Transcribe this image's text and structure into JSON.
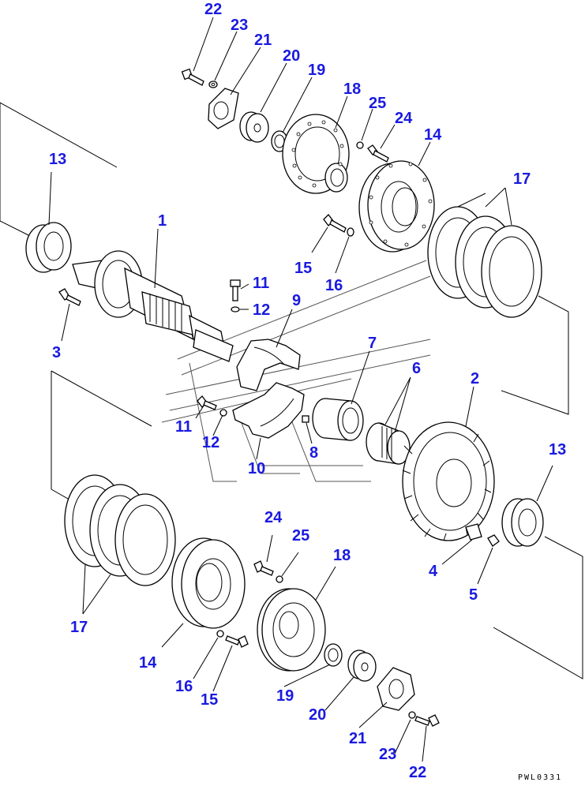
{
  "reference_code": "PWL0331",
  "callouts": {
    "c1": "1",
    "c2": "2",
    "c3": "3",
    "c4": "4",
    "c5": "5",
    "c6": "6",
    "c7": "7",
    "c8": "8",
    "c9": "9",
    "c10": "10",
    "c11a": "11",
    "c11b": "11",
    "c12a": "12",
    "c12b": "12",
    "c13a": "13",
    "c13b": "13",
    "c14a": "14",
    "c14b": "14",
    "c15a": "15",
    "c15b": "15",
    "c16a": "16",
    "c16b": "16",
    "c17a": "17",
    "c17b": "17",
    "c18a": "18",
    "c18b": "18",
    "c19a": "19",
    "c19b": "19",
    "c20a": "20",
    "c20b": "20",
    "c21a": "21",
    "c21b": "21",
    "c22a": "22",
    "c22b": "22",
    "c23a": "23",
    "c23b": "23",
    "c24a": "24",
    "c24b": "24",
    "c25a": "25",
    "c25b": "25"
  }
}
